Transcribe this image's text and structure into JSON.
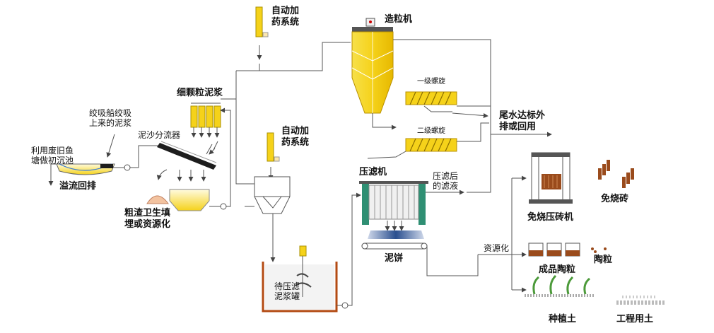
{
  "labels": {
    "auto_dosing_1": [
      "自动加",
      "药系统"
    ],
    "auto_dosing_2": [
      "自动加",
      "药系统"
    ],
    "granulator": "造粒机",
    "fine_sludge": "细颗粒泥浆",
    "dredger_sludge": [
      "绞吸船绞吸",
      "上来的泥浆"
    ],
    "sediment_pond": [
      "利用废旧鱼",
      "塘做初沉池"
    ],
    "overflow": "溢流回排",
    "sand_separator": "泥沙分流器",
    "coarse_residue": [
      "粗渣卫生填",
      "埋或资源化"
    ],
    "spiral_1": "一级螺旋",
    "spiral_2": "二级螺旋",
    "tail_water": [
      "尾水达标外",
      "排或回用"
    ],
    "filter_press": "压滤机",
    "filtrate": [
      "压滤后",
      "的滤液"
    ],
    "mud_cake": "泥饼",
    "pre_press_tank": [
      "待压滤",
      "泥浆罐"
    ],
    "resource": "资源化",
    "unfired_press": "免烧压砖机",
    "unfired_brick": "免烧砖",
    "ceramsite_product": "成品陶粒",
    "ceramsite": "陶粒",
    "planting_soil": "种植土",
    "engineering_soil": "工程用土"
  },
  "colors": {
    "yellow": "#f5d21a",
    "yellow_light": "#fbf0a0",
    "line": "#5a5a5a",
    "filter_green": "#2f8f73",
    "tank_rust": "#b34a12",
    "brick": "#9a4b1c",
    "plant": "#4c9a3a",
    "accent_blue": "#3a7bd5"
  }
}
